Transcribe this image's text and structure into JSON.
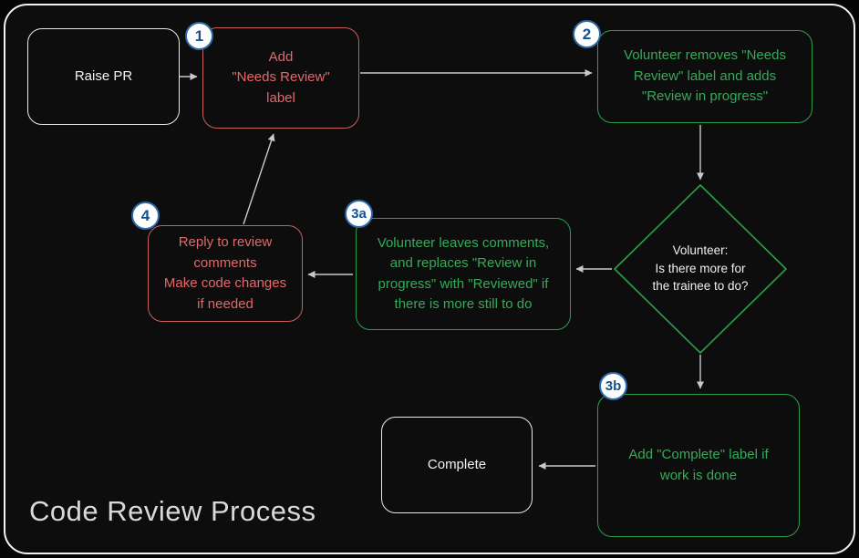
{
  "title": "Code Review Process",
  "colors": {
    "red": "#e4686a",
    "green": "#35ab57",
    "white": "#f2f2f2",
    "badge_blue": "#15518f",
    "arrow_gray": "#c9c9c9"
  },
  "nodes": {
    "raise_pr": {
      "lines": [
        "Raise PR"
      ]
    },
    "add_needs_review": {
      "badge": "1",
      "lines": [
        "Add",
        "\"Needs Review\"",
        "label"
      ]
    },
    "volunteer_removes": {
      "badge": "2",
      "lines": [
        "Volunteer removes \"Needs",
        "Review\" label and adds",
        "\"Review in progress\""
      ]
    },
    "decision": {
      "lines": [
        "Volunteer:",
        "Is there more for",
        "the trainee to do?"
      ]
    },
    "volunteer_comments": {
      "badge": "3a",
      "lines": [
        "Volunteer leaves comments,",
        "and replaces \"Review in",
        "progress\" with \"Reviewed\" if",
        "there is more still to do"
      ]
    },
    "reply_review": {
      "badge": "4",
      "lines": [
        "Reply to review",
        "comments",
        "Make code changes",
        "if needed"
      ]
    },
    "add_complete": {
      "badge": "3b",
      "lines": [
        "Add \"Complete\" label if",
        "work is done"
      ]
    },
    "complete": {
      "lines": [
        "Complete"
      ]
    }
  }
}
